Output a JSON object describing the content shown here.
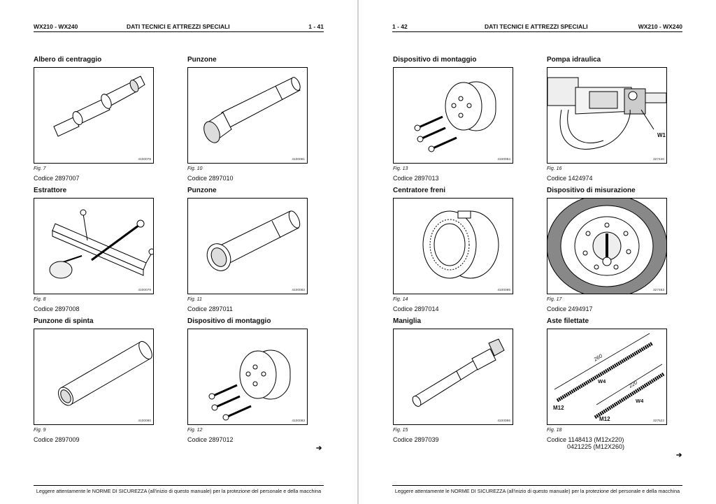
{
  "left_page": {
    "header": {
      "model": "WX210 - WX240",
      "section": "DATI TECNICI E ATTREZZI SPECIALI",
      "page": "1 - 41"
    },
    "items": [
      {
        "title": "Albero di centraggio",
        "fig": "Fig. 7",
        "code": "Codice  2897007",
        "img_code": "4100078",
        "icon": "centering-shaft-drawing"
      },
      {
        "title": "Punzone",
        "fig": "Fig. 10",
        "code": "Codice  2897010",
        "img_code": "4100081",
        "icon": "punch-drawing"
      },
      {
        "title": "Estrattore",
        "fig": "Fig. 8",
        "code": "Codice  2897008",
        "img_code": "4100079",
        "icon": "extractor-drawing"
      },
      {
        "title": "Punzone",
        "fig": "Fig. 11",
        "code": "Codice  2897011",
        "img_code": "4100082",
        "icon": "punch-drawing"
      },
      {
        "title": "Punzone di spinta",
        "fig": "Fig. 9",
        "code": "Codice  2897009",
        "img_code": "4100080",
        "icon": "push-punch-drawing"
      },
      {
        "title": "Dispositivo di montaggio",
        "fig": "Fig. 12",
        "code": "Codice  2897012",
        "img_code": "4100083",
        "icon": "mounting-device-drawing"
      }
    ],
    "footer": "Leggere attentamente le NORME DI SICUREZZA (all'inizio di questo manuale) per la protezione del personale e della macchina",
    "continue_arrow": "➔"
  },
  "right_page": {
    "header": {
      "model": "WX210 - WX240",
      "section": "DATI TECNICI E ATTREZZI SPECIALI",
      "page": "1 - 42"
    },
    "items": [
      {
        "title": "Dispositivo di montaggio",
        "fig": "Fig. 13",
        "code": "Codice  2897013",
        "img_code": "4100084",
        "icon": "mounting-device-drawing"
      },
      {
        "title": "Pompa idraulica",
        "fig": "Fig. 16",
        "code": "Codice  1424974",
        "img_code": "327440",
        "icon": "hydraulic-pump-drawing",
        "label": "W1"
      },
      {
        "title": "Centratore freni",
        "fig": "Fig. 14",
        "code": "Codice  2897014",
        "img_code": "4100085",
        "icon": "brake-centering-drawing"
      },
      {
        "title": "Dispositivo di misurazione",
        "fig": "Fig. 17",
        "code": "Codice  2494917",
        "img_code": "327463",
        "icon": "measuring-device-drawing"
      },
      {
        "title": "Maniglia",
        "fig": "Fig. 15",
        "code": "Codice  2897039",
        "img_code": "4100086",
        "icon": "handle-drawing"
      },
      {
        "title": "Aste filettate",
        "fig": "Fig. 18",
        "code": "Codice  1148413 (M12x220)",
        "code2": "0421225 (M12X260)",
        "img_code": "327522",
        "icon": "threaded-rods-drawing",
        "labels": {
          "len1": "260",
          "len2": "220",
          "w4": "W4",
          "m12": "M12"
        }
      }
    ],
    "footer": "Leggere attentamente le NORME DI SICUREZZA (all'inizio di questo manuale) per la protezione del personale e della macchina",
    "continue_arrow": "➔"
  }
}
